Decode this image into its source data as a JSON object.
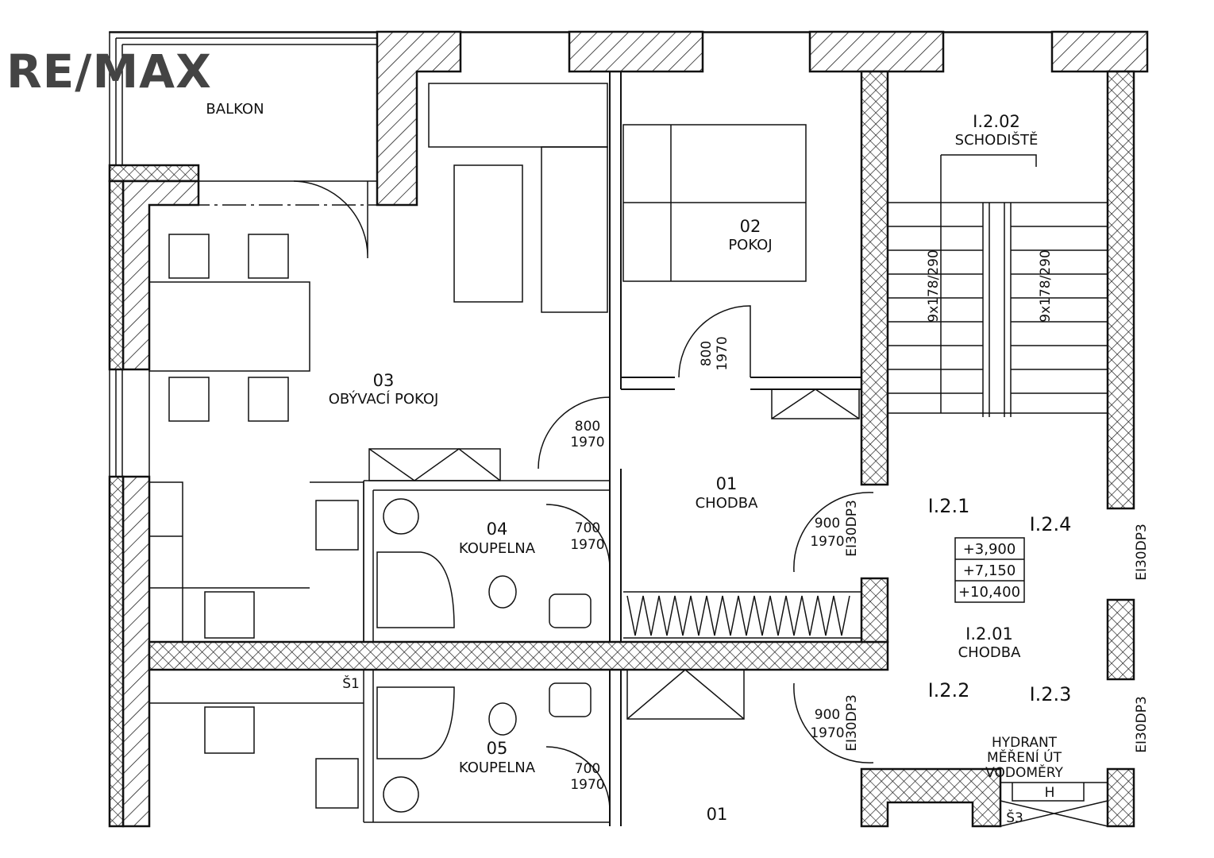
{
  "logo": {
    "text": "RE/MAX",
    "color": "#444444"
  },
  "rooms": {
    "balcony": {
      "name": "BALKON"
    },
    "living": {
      "number": "03",
      "name": "OBÝVACÍ POKOJ"
    },
    "bedroom": {
      "number": "02",
      "name": "POKOJ"
    },
    "hallway": {
      "number": "01",
      "name": "CHODBA"
    },
    "bath04": {
      "number": "04",
      "name": "KOUPELNA"
    },
    "bath05": {
      "number": "05",
      "name": "KOUPELNA"
    },
    "staircase": {
      "number": "I.2.02",
      "name": "SCHODIŠTĚ"
    },
    "corridor": {
      "number": "I.2.01",
      "name": "CHODBA"
    },
    "bottom_room": {
      "number": "01"
    }
  },
  "units": {
    "u1": "I.2.1",
    "u2": "I.2.2",
    "u3": "I.2.3",
    "u4": "I.2.4"
  },
  "levels": [
    "+3,900",
    "+7,150",
    "+10,400"
  ],
  "doors": {
    "living": {
      "width": "800",
      "height": "1970"
    },
    "bedroom": {
      "width": "800",
      "height": "1970"
    },
    "bath04": {
      "width": "700",
      "height": "1970"
    },
    "bath05": {
      "width": "700",
      "height": "1970"
    },
    "entry_top": {
      "width": "900",
      "height": "1970",
      "rating": "EI30DP3"
    },
    "entry_bottom": {
      "width": "900",
      "height": "1970",
      "rating": "EI30DP3"
    },
    "right_top": {
      "rating": "EI30DP3"
    },
    "right_bottom": {
      "rating": "EI30DP3"
    }
  },
  "stairs": {
    "left": "9x178/290",
    "right": "9x178/290"
  },
  "shafts": {
    "s1": "Š1",
    "s3": "Š3",
    "h": "H"
  },
  "utility": [
    "HYDRANT",
    "MĚŘENÍ ÚT",
    "VODOMĚRY"
  ]
}
